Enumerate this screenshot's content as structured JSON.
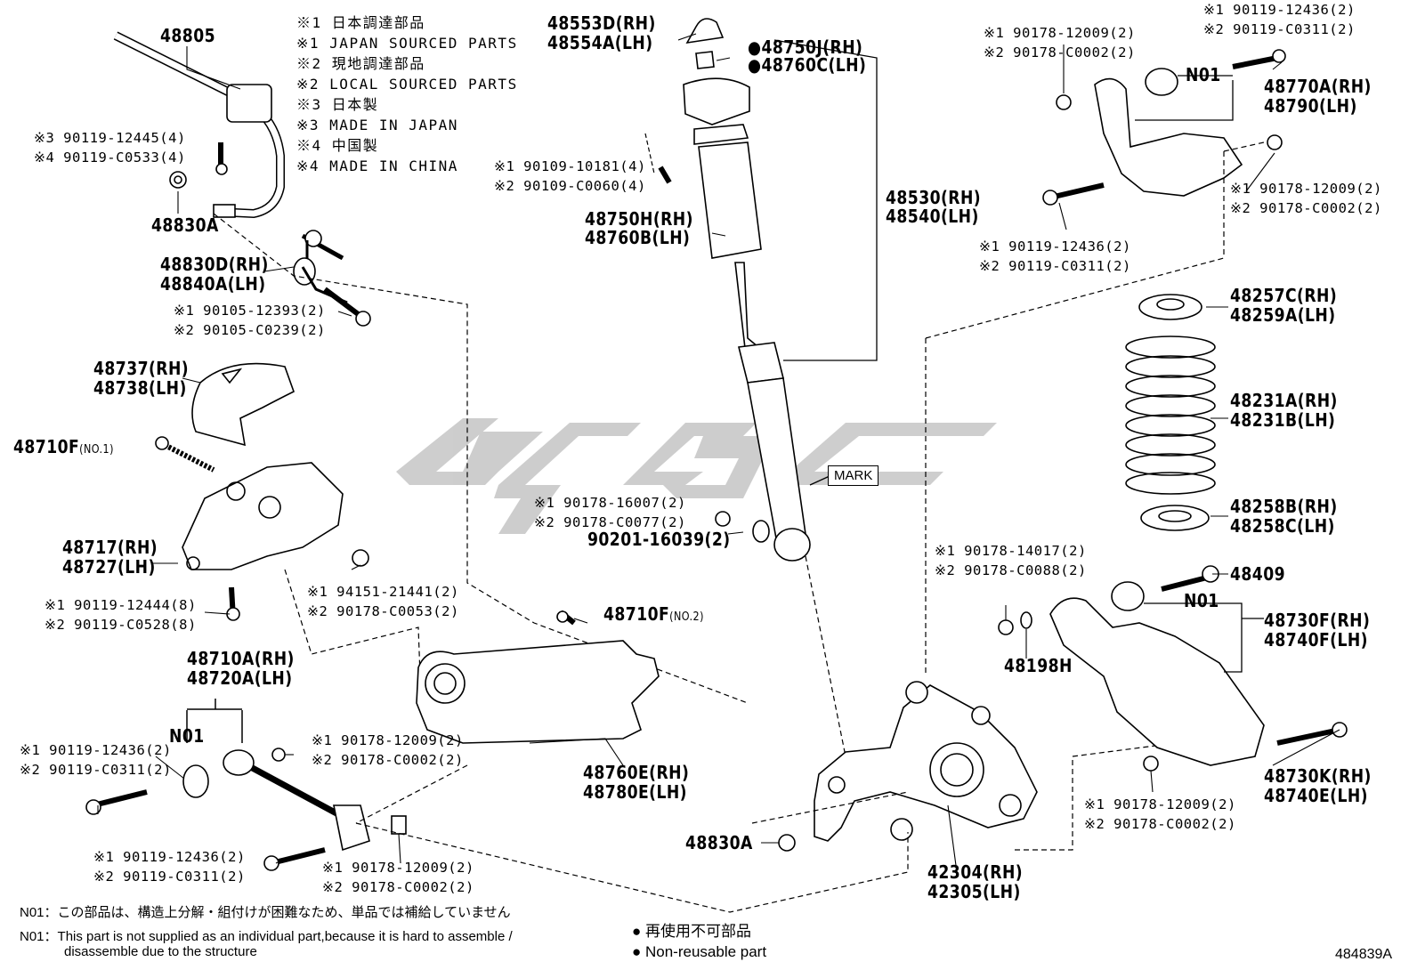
{
  "legend": [
    "※1 日本調達部品",
    "※1 JAPAN SOURCED PARTS",
    "※2 現地調達部品",
    "※2 LOCAL SOURCED PARTS",
    "※3 日本製",
    "※3 MADE IN JAPAN",
    "※4 中国製",
    "※4 MADE IN CHINA"
  ],
  "labels": {
    "p48805": "48805",
    "p48830a_top": "48830A",
    "p48830d": "48830D(RH)",
    "p48840a": "48840A(LH)",
    "p48737": "48737(RH)",
    "p48738": "48738(LH)",
    "p48710f1": "48710F",
    "p48710f1_sub": "(NO.1)",
    "p48717": "48717(RH)",
    "p48727": "48727(LH)",
    "p48710a": "48710A(RH)",
    "p48720a": "48720A(LH)",
    "n01_left": "N01",
    "p48553d": "48553D(RH)",
    "p48554a": "48554A(LH)",
    "p48750j": "●48750J(RH)",
    "p48760c": "●48760C(LH)",
    "p48750h": "48750H(RH)",
    "p48760b": "48760B(LH)",
    "p48530": "48530(RH)",
    "p48540": "48540(LH)",
    "mark": "MARK",
    "p90201": "90201-16039(2)",
    "p48710f2": "48710F",
    "p48710f2_sub": "(NO.2)",
    "p48760e": "48760E(RH)",
    "p48780e": "48780E(LH)",
    "p48830a_bot": "48830A",
    "p42304": "42304(RH)",
    "p42305": "42305(LH)",
    "n01_top": "N01",
    "p48770a": "48770A(RH)",
    "p48790": "48790(LH)",
    "p48257c": "48257C(RH)",
    "p48259a": "48259A(LH)",
    "p48231a": "48231A(RH)",
    "p48231b": "48231B(LH)",
    "p48258b": "48258B(RH)",
    "p48258c": "48258C(LH)",
    "p48409": "48409",
    "n01_right": "N01",
    "p48730f": "48730F(RH)",
    "p48740f": "48740F(LH)",
    "p48198h": "48198H",
    "p48730k": "48730K(RH)",
    "p48740e": "48740E(LH)"
  },
  "refs": {
    "r1a": "※3 90119-12445(4)",
    "r1b": "※4 90119-C0533(4)",
    "r2a": "※1 90105-12393(2)",
    "r2b": "※2 90105-C0239(2)",
    "r3a": "※1 90119-12444(8)",
    "r3b": "※2 90119-C0528(8)",
    "r4a": "※1 94151-21441(2)",
    "r4b": "※2 90178-C0053(2)",
    "r5a": "※1 90119-12436(2)",
    "r5b": "※2 90119-C0311(2)",
    "r6a": "※1 90178-12009(2)",
    "r6b": "※2 90178-C0002(2)",
    "r7a": "※1 90119-12436(2)",
    "r7b": "※2 90119-C0311(2)",
    "r8a": "※1 90178-12009(2)",
    "r8b": "※2 90178-C0002(2)",
    "r9a": "※1 90109-10181(4)",
    "r9b": "※2 90109-C0060(4)",
    "r10a": "※1 90178-16007(2)",
    "r10b": "※2 90178-C0077(2)",
    "r11a": "※1 90119-12436(2)",
    "r11b": "※2 90119-C0311(2)",
    "r12a": "※1 90178-12009(2)",
    "r12b": "※2 90178-C0002(2)",
    "r13a": "※1 90178-12009(2)",
    "r13b": "※2 90178-C0002(2)",
    "r14a": "※1 90119-12436(2)",
    "r14b": "※2 90119-C0311(2)",
    "r15a": "※1 90178-14017(2)",
    "r15b": "※2 90178-C0088(2)",
    "r16a": "※1 90178-12009(2)",
    "r16b": "※2 90178-C0002(2)"
  },
  "notes": {
    "n01_jp_prefix": "N01：",
    "n01_jp": "この部品は、構造上分解・組付けが困難なため、単品では補給していません",
    "n01_en_prefix": "N01：",
    "n01_en_1": "This part is not supplied as an individual part,because it is hard to assemble /",
    "n01_en_2": "disassemble due to the structure",
    "nonreuse_jp": "● 再使用不可部品",
    "nonreuse_en": "● Non-reusable part",
    "figure_id": "484839A"
  }
}
